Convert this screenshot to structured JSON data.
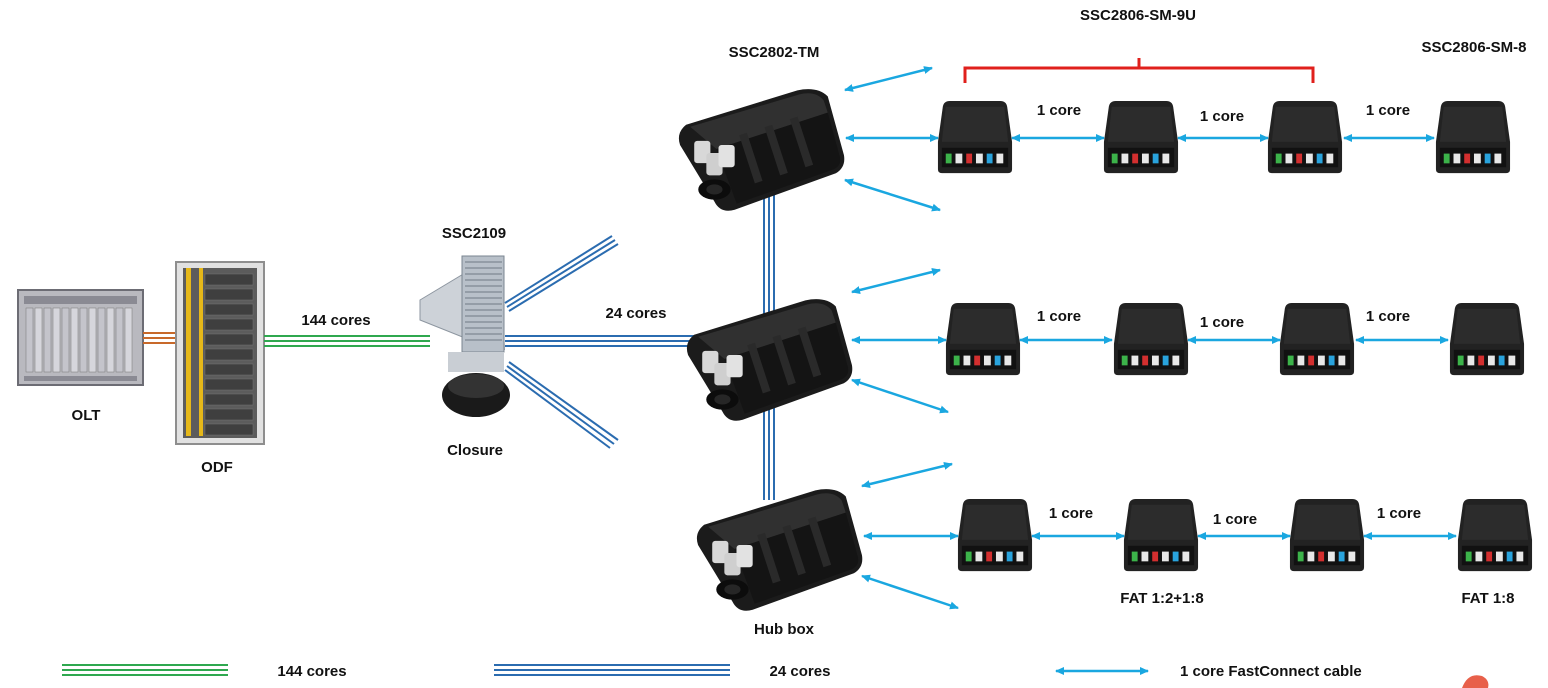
{
  "devices": {
    "olt": "OLT",
    "odf": "ODF",
    "closure_model": "SSC2109",
    "closure": "Closure",
    "terminal_model": "SSC2802-TM",
    "fat_9u_model": "SSC2806-SM-9U",
    "fat_8_model": "SSC2806-SM-8",
    "hub_box": "Hub box"
  },
  "links": {
    "odf_to_closure": "144 cores",
    "closure_to_hub": "24 cores",
    "fat_link": "1 core"
  },
  "splits": {
    "fat_mid": "FAT 1:2+1:8",
    "fat_end": "FAT 1:8"
  },
  "legend": {
    "green_cable": "144 cores",
    "blue_cable": "24 cores",
    "fastconnect": "1 core FastConnect cable"
  },
  "colors": {
    "green_cable": "#2fa84f",
    "blue_cable": "#2b6cb0",
    "fastconnect_arrow": "#1aa7e0",
    "bracket": "#e0201c",
    "device_dark": "#1c1c1c"
  }
}
